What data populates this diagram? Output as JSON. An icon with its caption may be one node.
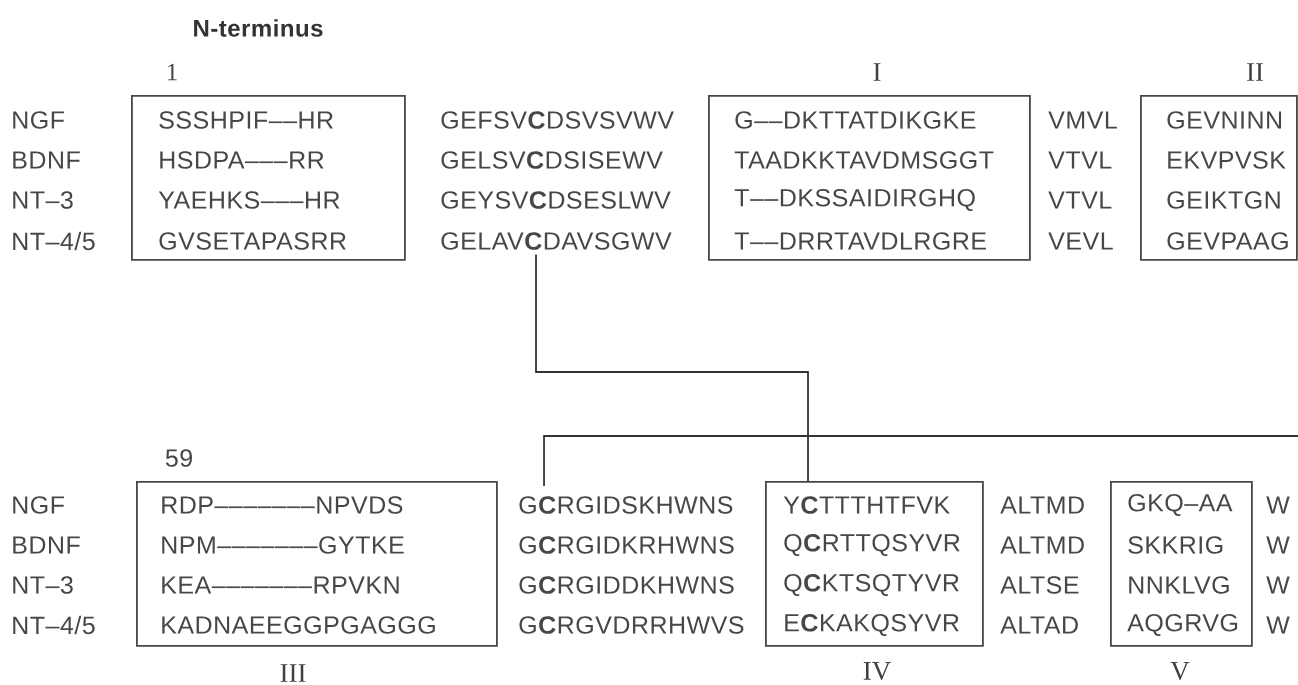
{
  "diagram": {
    "title": "N-terminus",
    "nodes": [
      {
        "text": [
          "SSSHPIF––HR",
          "HSDPA–––RR",
          "YAEHKS–––HR",
          "GVSETAPASRR"
        ],
        "beside": [
          "1"
        ]
      },
      {
        "text": [
          "GEFSV**C**DSVSVWV",
          "GELSV**C**DSISEWV",
          "GEYSV**C**DSESLWV",
          "GELAV**C**DAVSGWV"
        ]
      },
      {
        "text": [
          "I",
          "G––DKTTATDIKGKE",
          "TAADKKTAVDMSGGT",
          "T––DKSSAIDIRGHQ",
          "T––DRRTAVDLRGRE"
        ]
      },
      {
        "text": [
          "VMVL",
          "VTVL",
          "VTVL",
          "VEVL"
        ]
      },
      {
        "text": [
          "II",
          "GEVNINN",
          "EKVPVSK",
          "GEIKTGN",
          "GEVPAAG"
        ]
      },
      {
        "text": [
          "RDP–––––––NPVDS",
          "NPM–––––––GYTKE",
          "KEA–––––––RPVKN",
          "KADNAEEGGPGAGGG",
          "III"
        ],
        "beside": [
          "59"
        ]
      },
      {
        "text": [
          "G**C**RGIDSKHWNS",
          "G**C**RGIDKRHWNS",
          "G**C**RGIDDKHWNS",
          "G**C**RGVDRRHWVS"
        ]
      },
      {
        "text": [
          "Y**C**TTTHTFVK",
          "Q**C**RTTQSYVR",
          "Q**C**KTSQTYVR",
          "E**C**KAKQSYVR",
          "IV"
        ]
      },
      {
        "text": [
          "ALTMD",
          "ALTMD",
          "ALTSE",
          "ALTAD"
        ]
      },
      {
        "text": [
          "GKQ–AA",
          "SKKRIG",
          "NNKLVG",
          "AQGRVG",
          "V"
        ]
      },
      {
        "text": [
          "W",
          "W",
          "W",
          "W"
        ]
      }
    ],
    "edges": [
      {
        "from": 1,
        "to": 7,
        "arrow": "none"
      },
      {
        "from": 6,
        "to": null,
        "arrow": "none"
      }
    ],
    "labels": [
      "NGF",
      "BDNF",
      "NT–3",
      "NT–4/5",
      "NGF",
      "BDNF",
      "NT–3",
      "NT–4/5"
    ]
  }
}
